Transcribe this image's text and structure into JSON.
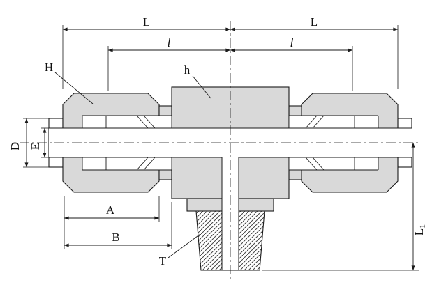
{
  "colors": {
    "background": "#ffffff",
    "fill_metal": "#d9d9d9",
    "line": "#1a1a1a"
  },
  "labels": {
    "L_left": "L",
    "L_right": "L",
    "l_left": "l",
    "l_right": "l",
    "H": "H",
    "h": "h",
    "D": "D",
    "E": "E",
    "A": "A",
    "B": "B",
    "T": "T",
    "L1_main": "L",
    "L1_sub": "1"
  }
}
